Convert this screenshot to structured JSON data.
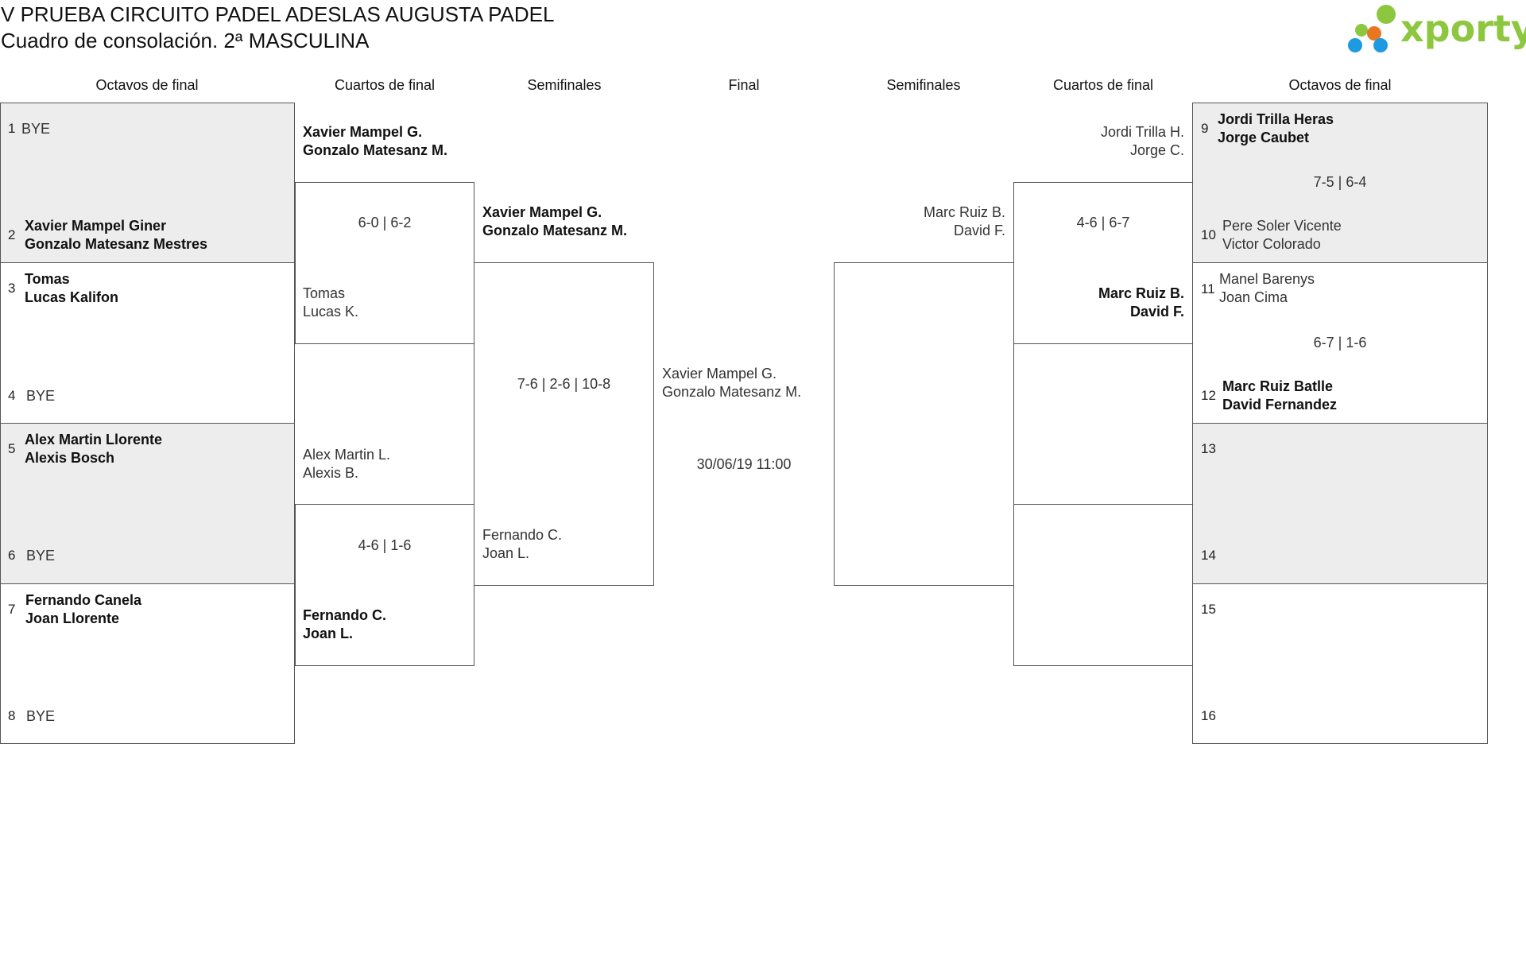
{
  "title": {
    "line1": "V PRUEBA CIRCUITO PADEL ADESLAS AUGUSTA PADEL",
    "line2": "Cuadro de consolación. 2ª MASCULINA"
  },
  "logo": {
    "text": "xporty",
    "dots_colors": [
      "#8dc63f",
      "#e87722",
      "#1e9be0"
    ],
    "text_color": "#8dc63f"
  },
  "headers": {
    "left_r16": "Octavos de final",
    "left_qf": "Cuartos de final",
    "left_sf": "Semifinales",
    "final": "Final",
    "right_sf": "Semifinales",
    "right_qf": "Cuartos de final",
    "right_r16": "Octavos de final"
  },
  "left_r16": [
    {
      "num": "1",
      "p1": "BYE",
      "p2": ""
    },
    {
      "num": "2",
      "p1": "Xavier Mampel Giner",
      "p2": "Gonzalo Matesanz Mestres"
    },
    {
      "num": "3",
      "p1": "Tomas",
      "p2": "Lucas Kalifon"
    },
    {
      "num": "4",
      "p1": "BYE",
      "p2": ""
    },
    {
      "num": "5",
      "p1": "Alex Martin Llorente",
      "p2": "Alexis Bosch"
    },
    {
      "num": "6",
      "p1": "BYE",
      "p2": ""
    },
    {
      "num": "7",
      "p1": "Fernando Canela",
      "p2": "Joan Llorente"
    },
    {
      "num": "8",
      "p1": "BYE",
      "p2": ""
    }
  ],
  "left_qf": {
    "m1_top": {
      "p1": "Xavier Mampel G.",
      "p2": "Gonzalo Matesanz M."
    },
    "m1_score": "6-0 | 6-2",
    "m1_bottom": {
      "p1": "Tomas",
      "p2": "Lucas K."
    },
    "m2_top": {
      "p1": "Alex Martin L.",
      "p2": "Alexis B."
    },
    "m2_score": "4-6 | 1-6",
    "m2_bottom": {
      "p1": "Fernando C.",
      "p2": "Joan L."
    }
  },
  "left_sf": {
    "top": {
      "p1": "Xavier Mampel G.",
      "p2": "Gonzalo Matesanz M."
    },
    "score": "7-6 | 2-6 | 10-8",
    "bottom": {
      "p1": "Fernando C.",
      "p2": "Joan L."
    }
  },
  "final": {
    "p1": "Xavier Mampel G.",
    "p2": "Gonzalo Matesanz M.",
    "date": "30/06/19 11:00"
  },
  "right_qf": {
    "m1_top": {
      "p1": "Jordi Trilla H.",
      "p2": "Jorge C."
    },
    "m1_score": "4-6 | 6-7",
    "m1_bottom": {
      "p1": "Marc Ruiz B.",
      "p2": "David F."
    }
  },
  "right_sf": {
    "top": {
      "p1": "Marc Ruiz B.",
      "p2": "David F."
    }
  },
  "right_r16": [
    {
      "num": "9",
      "p1": "Jordi Trilla Heras",
      "p2": "Jorge Caubet"
    },
    {
      "num": "10",
      "p1": "Pere Soler Vicente",
      "p2": "Victor Colorado"
    },
    {
      "num": "11",
      "p1": "Manel Barenys",
      "p2": "Joan Cima"
    },
    {
      "num": "12",
      "p1": "Marc Ruiz Batlle",
      "p2": "David Fernandez"
    },
    {
      "num": "13",
      "p1": "",
      "p2": ""
    },
    {
      "num": "14",
      "p1": "",
      "p2": ""
    },
    {
      "num": "15",
      "p1": "",
      "p2": ""
    },
    {
      "num": "16",
      "p1": "",
      "p2": ""
    }
  ],
  "right_r16_scores": [
    "7-5 | 6-4",
    "6-7 | 1-6"
  ]
}
